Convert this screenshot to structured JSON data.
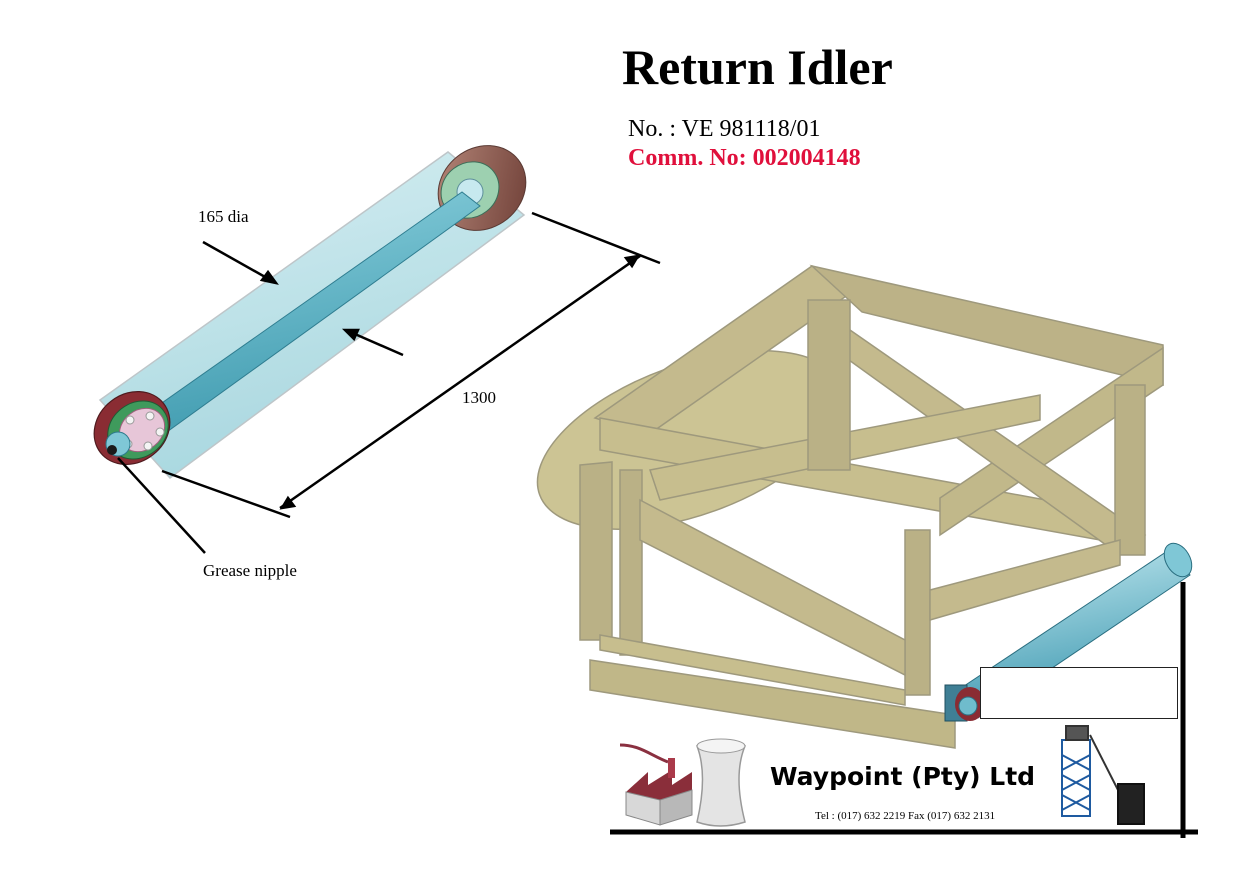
{
  "title": "Return Idler",
  "document_number": "No. : VE 981118/01",
  "comm_number": "Comm. No: 002004148",
  "annotations": {
    "diameter": "165 dia",
    "length": "1300",
    "grease_nipple": "Grease nipple"
  },
  "company": {
    "name": "Waypoint (Pty) Ltd",
    "contact": "Tel : (017) 632 2219   Fax (017) 632 2131"
  },
  "colors": {
    "comm_number": "#e0103c",
    "roller_shell": "#b9e6ec",
    "roller_shaft": "#63b6c6",
    "end_cap": "#8a5a50",
    "frame": "#9a8a3c"
  }
}
